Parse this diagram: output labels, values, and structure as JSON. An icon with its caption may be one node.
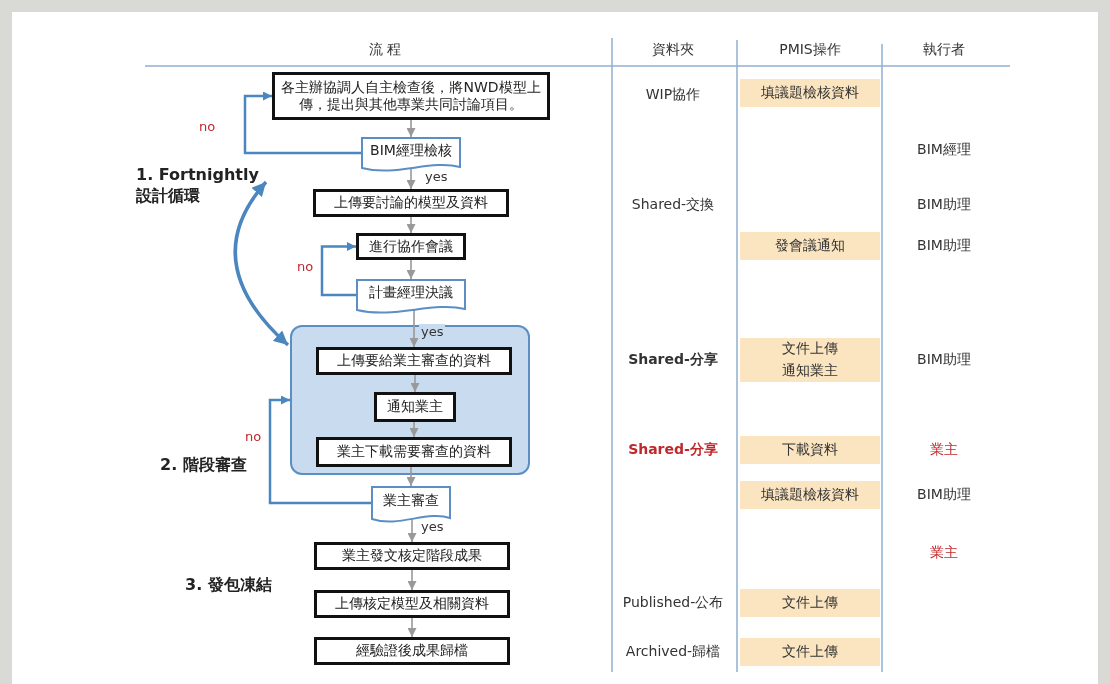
{
  "diagram": {
    "nodes": [
      {
        "text": [
          "各主辦協調人自主檢查後，將NWD模型上傳，提出與其他專業共同討論項目。"
        ]
      },
      {
        "text": [
          "BIM經理檢核"
        ]
      },
      {
        "text": [
          "上傳要討論的模型及資料"
        ]
      },
      {
        "text": [
          "進行協作會議"
        ]
      },
      {
        "text": [
          "計畫經理決議"
        ]
      },
      {
        "text": [],
        "shape": "box"
      },
      {
        "text": [
          "上傳要給業主審查的資料"
        ],
        "in": 5
      },
      {
        "text": [
          "通知業主"
        ],
        "in": 5
      },
      {
        "text": [
          "業主下載需要審查的資料"
        ],
        "in": 5
      },
      {
        "text": [
          "業主審查"
        ]
      },
      {
        "text": [
          "業主發文核定階段成果"
        ]
      },
      {
        "text": [
          "上傳核定模型及相關資料"
        ]
      },
      {
        "text": [
          "經驗證後成果歸檔"
        ]
      },
      {
        "text": [
          "1. Fortnightly 設計循環"
        ]
      }
    ],
    "edges": [
      {
        "from": 0,
        "to": 1,
        "arrow": "to"
      },
      {
        "from": 1,
        "to": 0,
        "arrow": "to",
        "label": "no",
        "color": "#4a86c0"
      },
      {
        "from": 1,
        "to": 2,
        "arrow": "to",
        "label": "yes"
      },
      {
        "from": 2,
        "to": 3,
        "arrow": "to"
      },
      {
        "from": 3,
        "to": 4,
        "arrow": "to"
      },
      {
        "from": 4,
        "to": 3,
        "arrow": "to",
        "label": "no",
        "color": "#4a86c0"
      },
      {
        "from": 4,
        "to": 6,
        "arrow": "to",
        "label": "yes"
      },
      {
        "from": 6,
        "to": 7,
        "arrow": "to"
      },
      {
        "from": 7,
        "to": 8,
        "arrow": "to"
      },
      {
        "from": 8,
        "to": 9,
        "arrow": "to"
      },
      {
        "from": 9,
        "to": 5,
        "arrow": "to",
        "label": "no",
        "color": "#4a86c0"
      },
      {
        "from": 9,
        "to": 10,
        "arrow": "to",
        "label": "yes"
      },
      {
        "from": 10,
        "to": 11,
        "arrow": "to"
      },
      {
        "from": 11,
        "to": 12,
        "arrow": "to"
      },
      {
        "from": 13,
        "to": 5,
        "arrow": "both",
        "style": "thick",
        "color": "#4a86c0"
      }
    ],
    "labels": [
      "流 程",
      "資料夾",
      "PMIS操作",
      "執行者",
      "WIP協作",
      "填議題檢核資料",
      "BIM經理",
      "Shared-交換",
      "BIM助理",
      "發會議通知",
      "BIM助理",
      "Shared-分享",
      "文件上傳",
      "通知業主",
      "BIM助理",
      "Shared-分享",
      "下載資料",
      "業主",
      "填議題檢核資料",
      "BIM助理",
      "業主",
      "Published-公布",
      "文件上傳",
      "Archived-歸檔",
      "文件上傳",
      "2. 階段審查",
      "3. 發包凍結"
    ]
  }
}
